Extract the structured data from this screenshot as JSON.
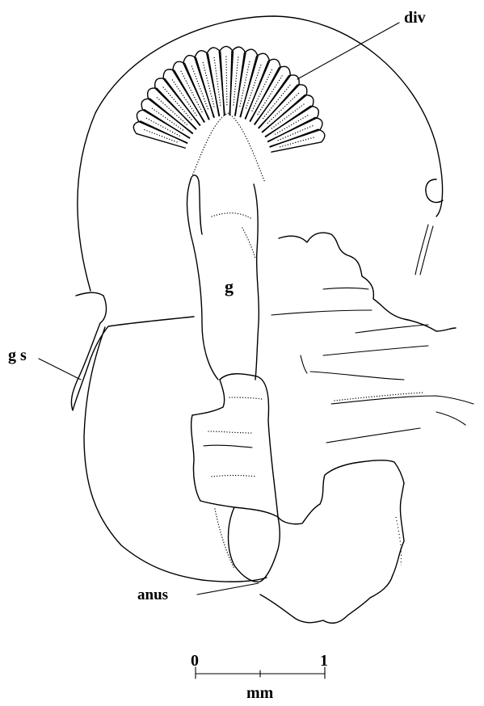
{
  "labels": {
    "div": "div",
    "g": "g",
    "gs": "g s",
    "anus": "anus"
  },
  "scale_bar": {
    "start": "0",
    "end": "1",
    "unit": "mm"
  },
  "ink_color": "#000000",
  "background_color": "#ffffff"
}
